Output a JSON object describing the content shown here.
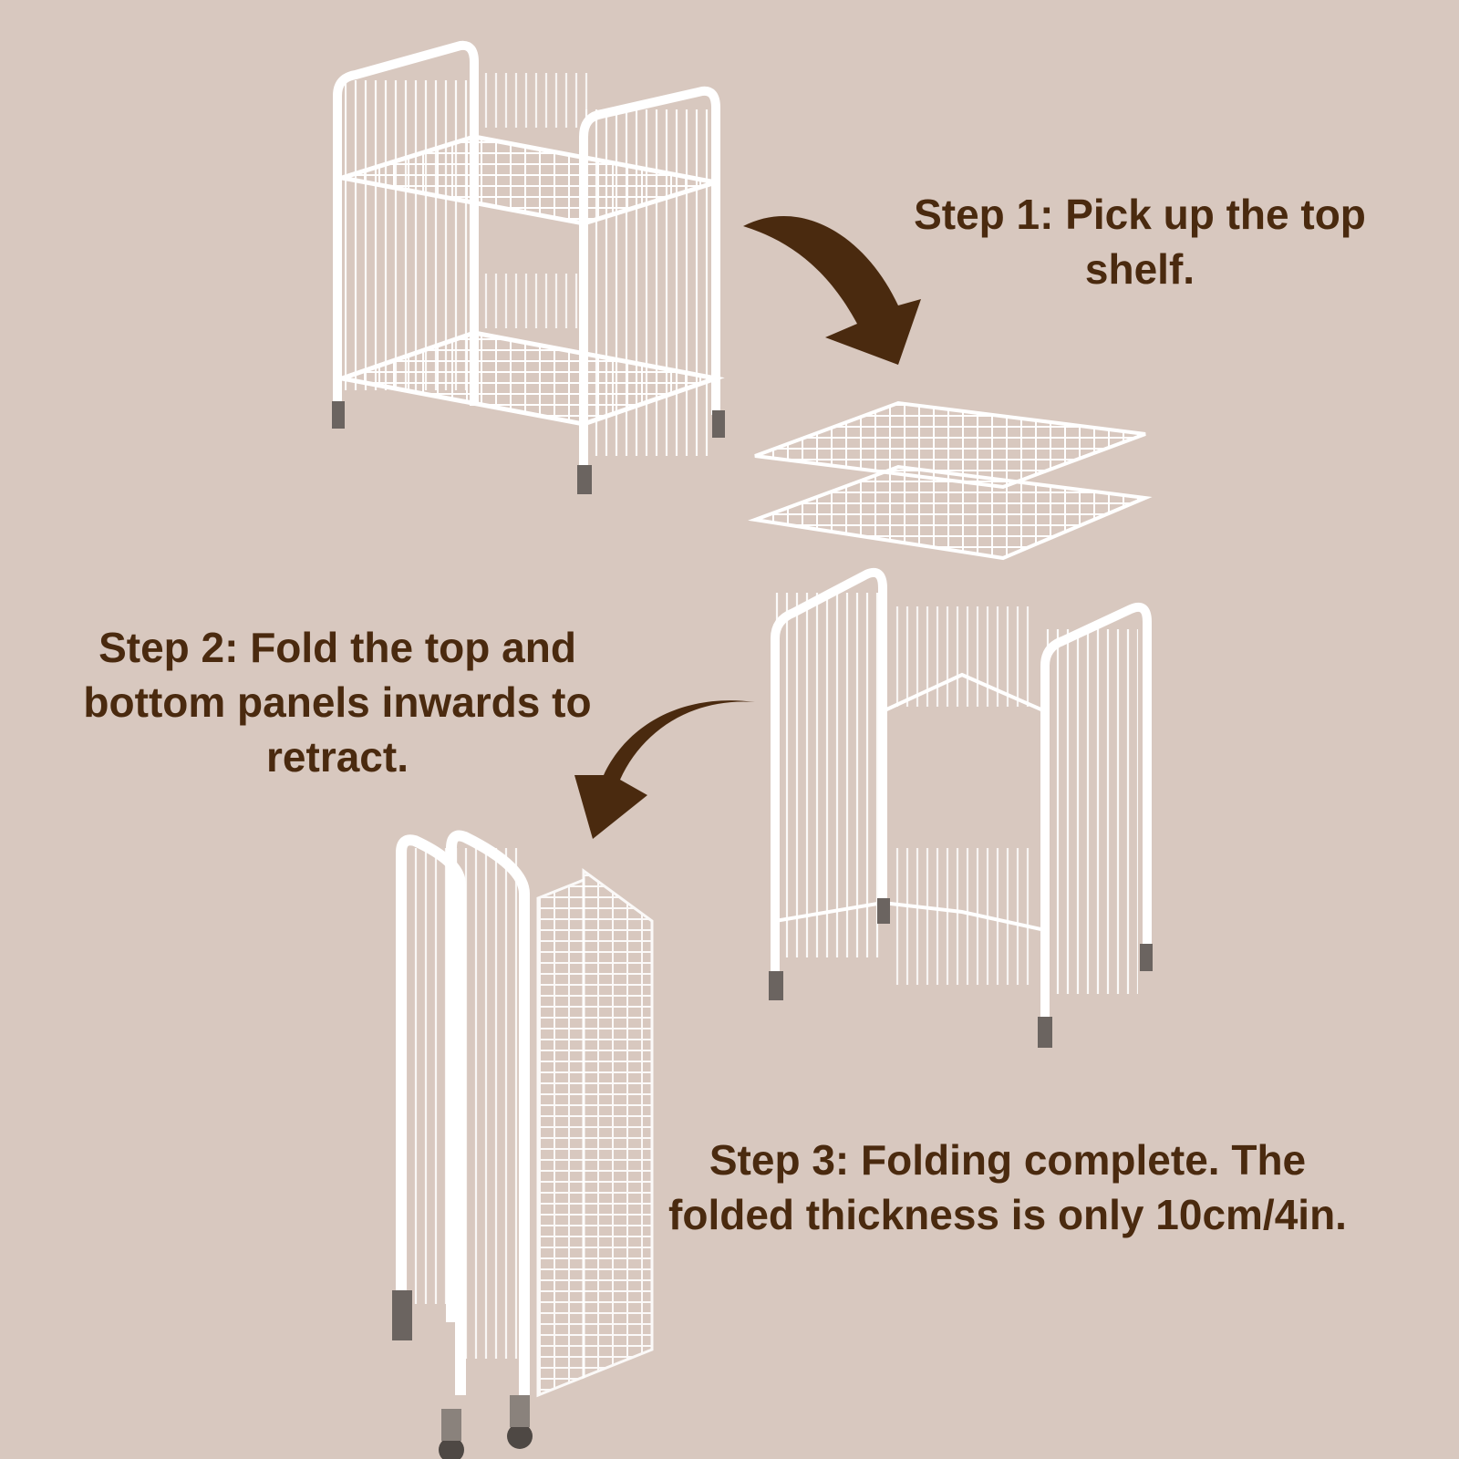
{
  "background_color": "#d8c8bf",
  "text_color": "#4a2a0f",
  "arrow_color": "#4a2a0f",
  "steps": [
    {
      "text": "Step 1: Pick up the top shelf."
    },
    {
      "text": "Step 2: Fold the top and bottom panels inwards to retract."
    },
    {
      "text": "Step 3: Folding complete. The folded thickness is only 10cm/4in."
    }
  ]
}
